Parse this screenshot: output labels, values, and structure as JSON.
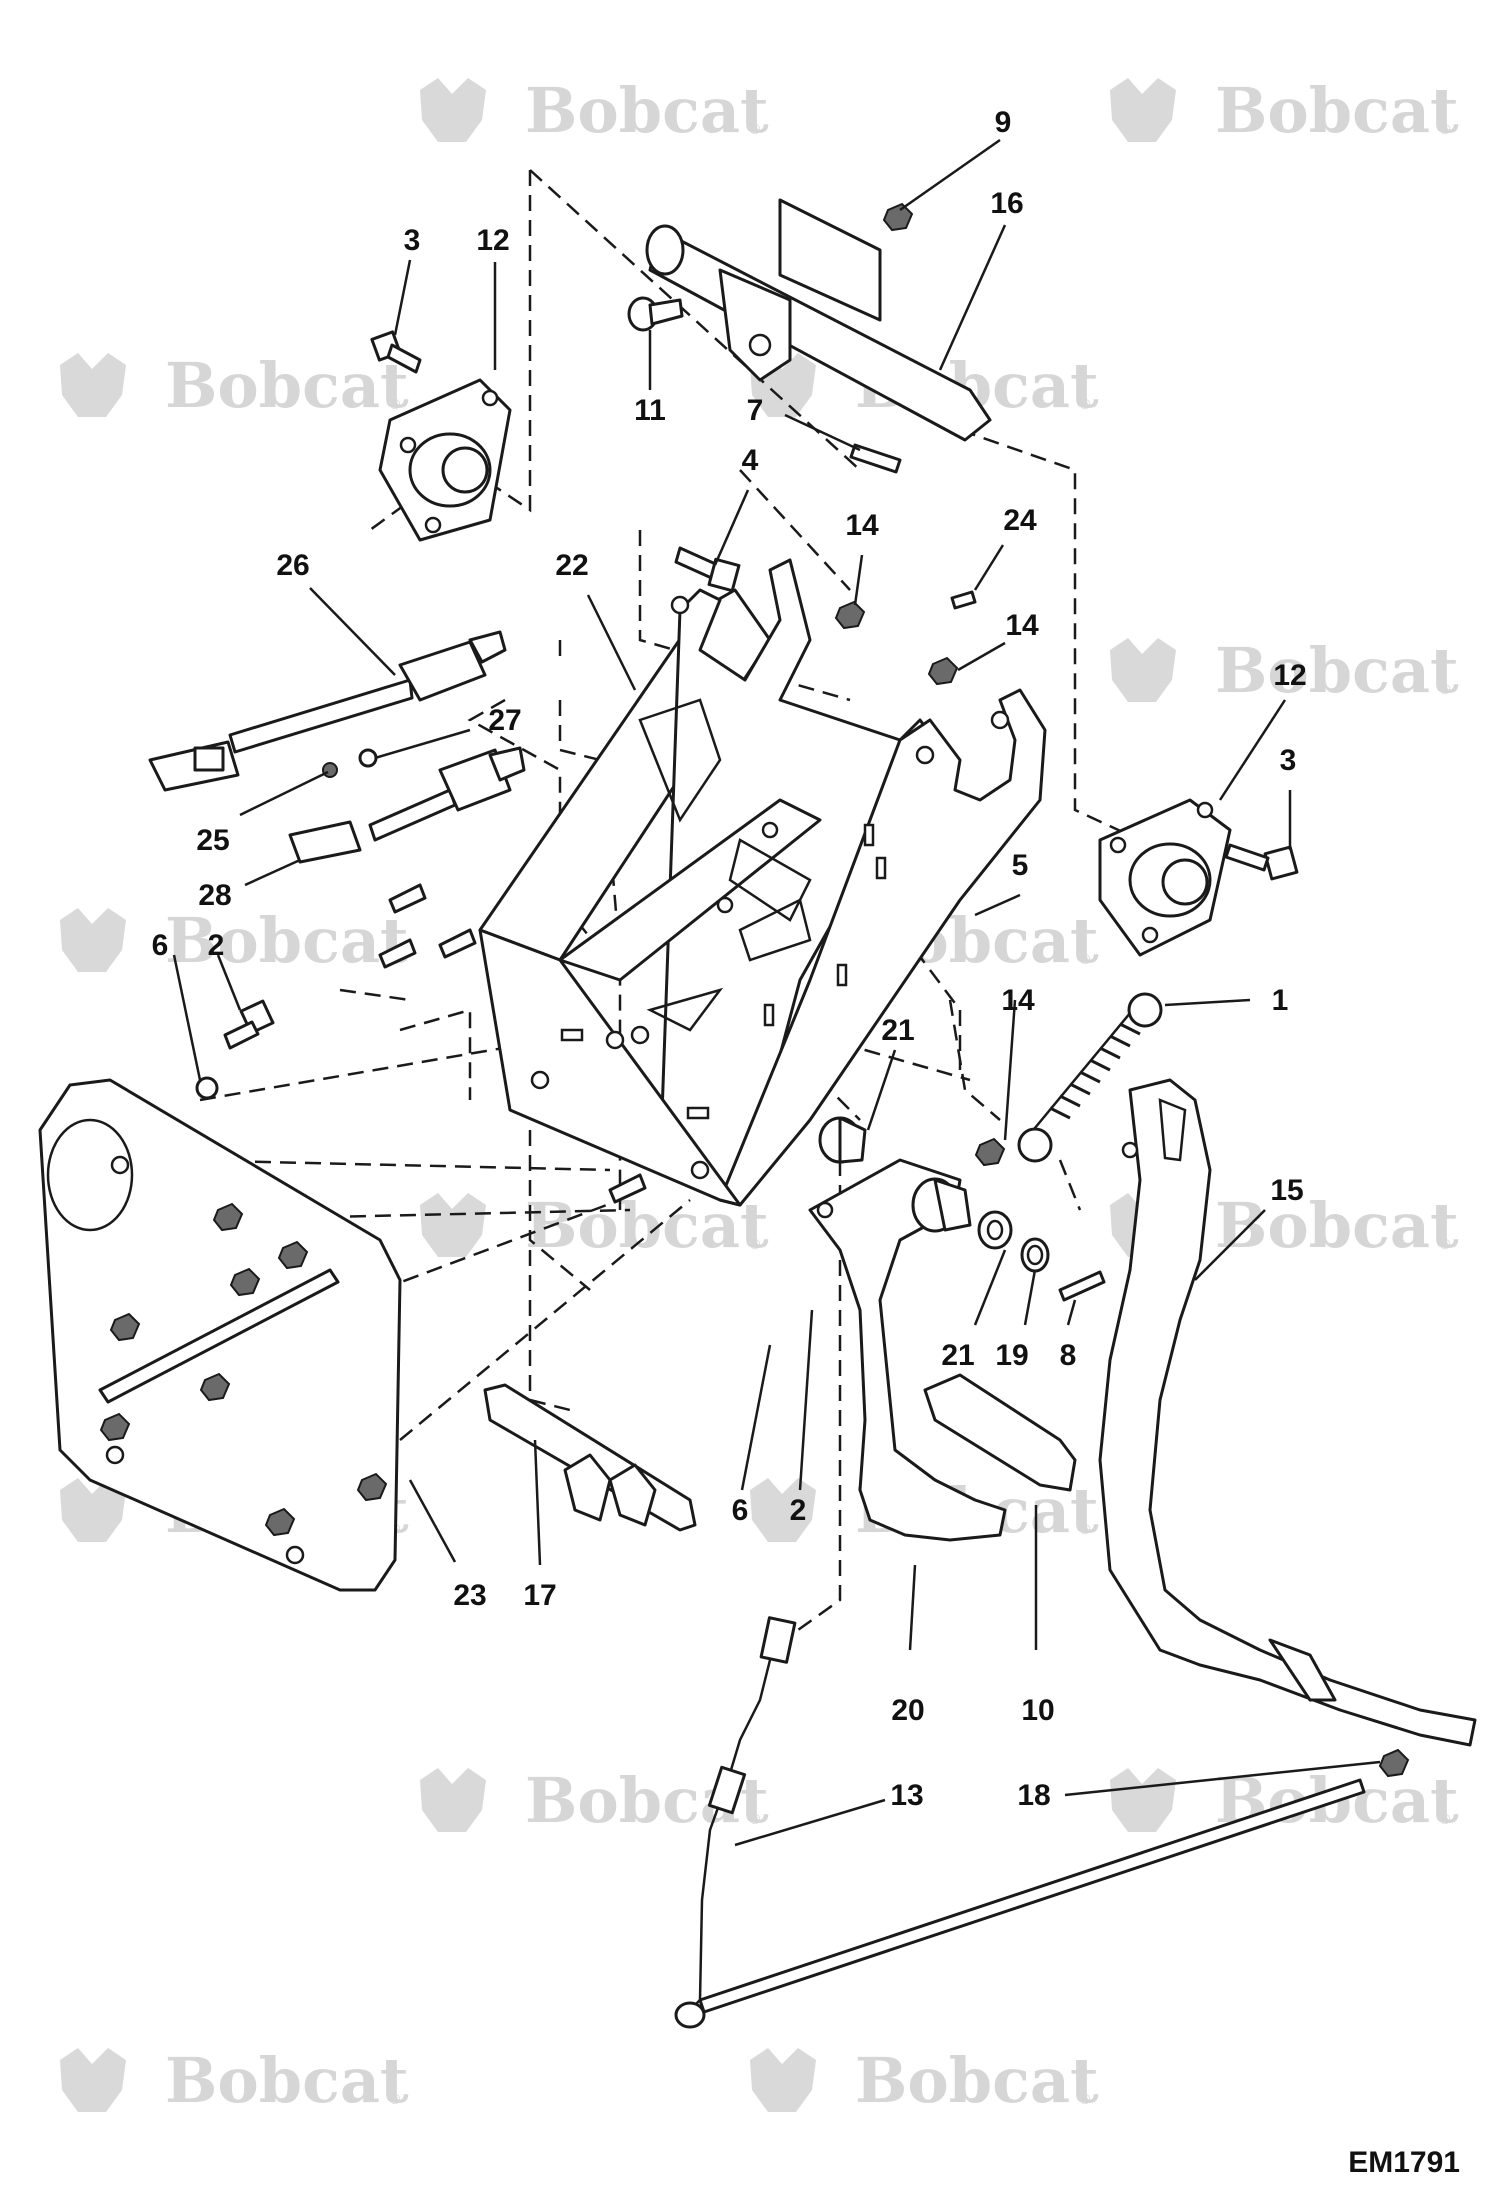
{
  "watermark": {
    "brand": "Bobcat",
    "reg_mark": "®"
  },
  "figure_ref": "EM1791",
  "callouts": [
    {
      "label": "9"
    },
    {
      "label": "16"
    },
    {
      "label": "3"
    },
    {
      "label": "12"
    },
    {
      "label": "11"
    },
    {
      "label": "7"
    },
    {
      "label": "4"
    },
    {
      "label": "14"
    },
    {
      "label": "24"
    },
    {
      "label": "26"
    },
    {
      "label": "22"
    },
    {
      "label": "14"
    },
    {
      "label": "12"
    },
    {
      "label": "3"
    },
    {
      "label": "27"
    },
    {
      "label": "25"
    },
    {
      "label": "28"
    },
    {
      "label": "5"
    },
    {
      "label": "6"
    },
    {
      "label": "2"
    },
    {
      "label": "14"
    },
    {
      "label": "1"
    },
    {
      "label": "21"
    },
    {
      "label": "15"
    },
    {
      "label": "21"
    },
    {
      "label": "19"
    },
    {
      "label": "8"
    },
    {
      "label": "6"
    },
    {
      "label": "2"
    },
    {
      "label": "23"
    },
    {
      "label": "17"
    },
    {
      "label": "20"
    },
    {
      "label": "10"
    },
    {
      "label": "13"
    },
    {
      "label": "18"
    }
  ]
}
